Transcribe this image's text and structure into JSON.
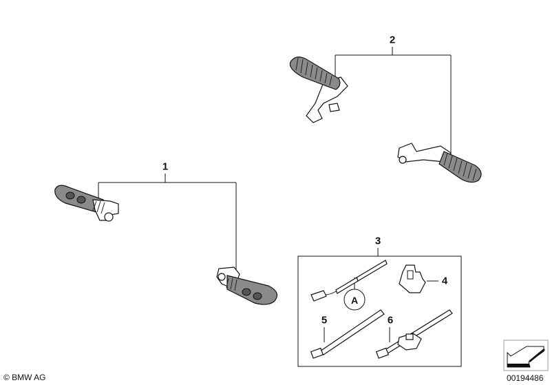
{
  "callouts": {
    "item1": "1",
    "item2": "2",
    "item3": "3",
    "item4": "4",
    "item5": "5",
    "item6": "6",
    "detail_a": "A"
  },
  "footer": {
    "copyright": "© BMW AG",
    "diagram_number": "00194486"
  },
  "colors": {
    "line": "#111111",
    "grip": "#8a8a8a"
  }
}
